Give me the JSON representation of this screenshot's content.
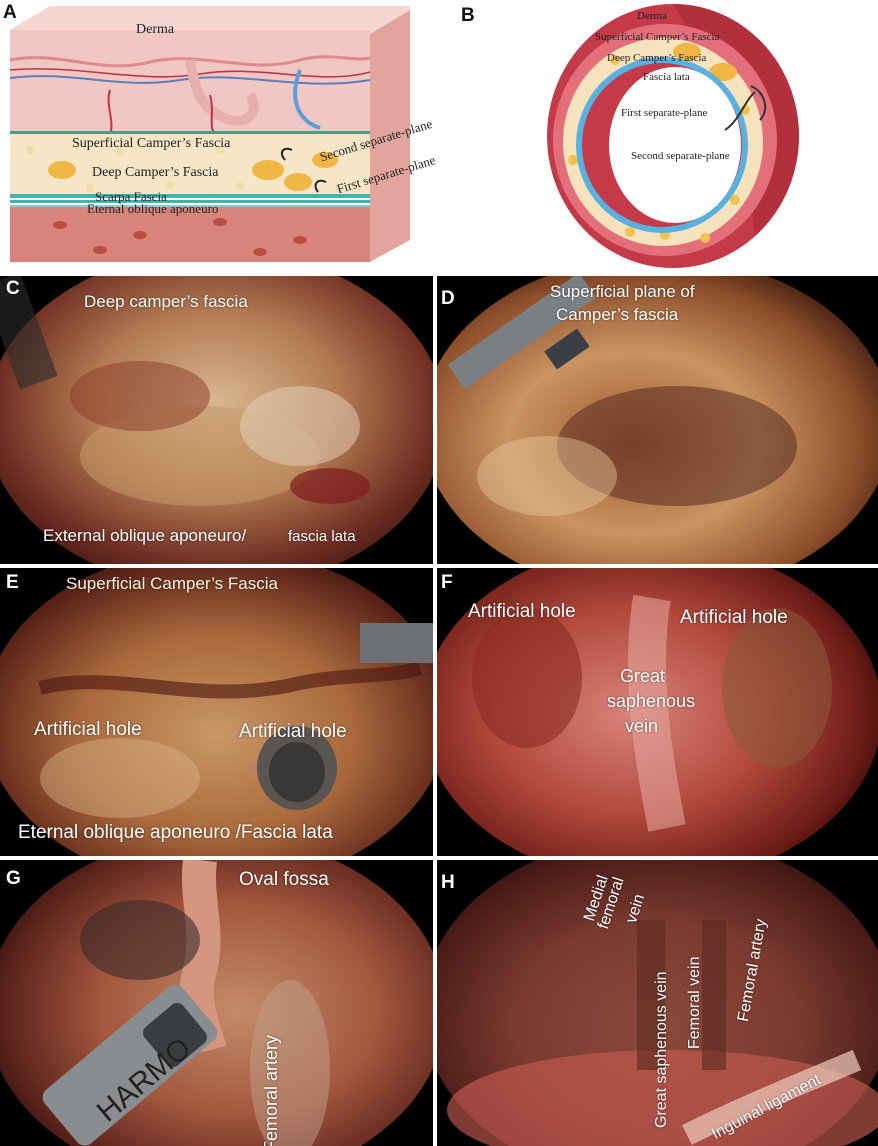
{
  "panels": {
    "A": {
      "letter": "A",
      "labels": {
        "derma": "Derma",
        "superficial_camper": "Superficial Camper’s Fascia",
        "second_plane": "Second separate-plane",
        "deep_camper": "Deep Camper’s Fascia",
        "first_plane": "First separate-plane",
        "scarpa": "Scarpa Fascia",
        "aponeuro": "Eternal oblique aponeuro"
      }
    },
    "B": {
      "letter": "B",
      "labels": {
        "derma": "Derma",
        "superficial_camper": "Superficial Camper’s Fascia",
        "deep_camper": "Deep Camper’s Fascia",
        "fascia_lata": "Fascia lata",
        "first_plane": "First separate-plane",
        "second_plane": "Second separate-plane"
      }
    },
    "C": {
      "letter": "C",
      "labels": {
        "top": "Deep camper’s fascia",
        "bottom_main": "External oblique aponeuro/",
        "bottom_small": "fascia lata"
      }
    },
    "D": {
      "letter": "D",
      "labels": {
        "line1": "Superficial plane of",
        "line2": "Camper’s fascia"
      }
    },
    "E": {
      "letter": "E",
      "labels": {
        "top": "Superficial Camper’s Fascia",
        "hole_left": "Artificial hole",
        "hole_right": "Artificial hole",
        "bottom": "Eternal oblique aponeuro /Fascia lata"
      }
    },
    "F": {
      "letter": "F",
      "labels": {
        "hole_left": "Artificial hole",
        "hole_right": "Artificial hole",
        "gsv_1": "Great",
        "gsv_2": "saphenous",
        "gsv_3": "vein"
      }
    },
    "G": {
      "letter": "G",
      "labels": {
        "oval_fossa": "Oval fossa",
        "femoral_artery": "Femoral artery",
        "instrument_text": "HARMO"
      }
    },
    "H": {
      "letter": "H",
      "labels": {
        "medial_1": "Medial",
        "medial_2": "femoral",
        "medial_3": "vein",
        "gsv": "Great saphenous vein",
        "femoral_vein": "Femoral vein",
        "femoral_artery": "Femoral artery",
        "inguinal": "Inguinal ligament"
      }
    }
  },
  "colors": {
    "derma": "#f1c7c3",
    "muscle": "#d9847b",
    "fascia_teal": "#3fb3b0",
    "fat": "#f6e6c6",
    "ring_outer": "#c43a48",
    "ring_blue": "#5ab0de"
  }
}
